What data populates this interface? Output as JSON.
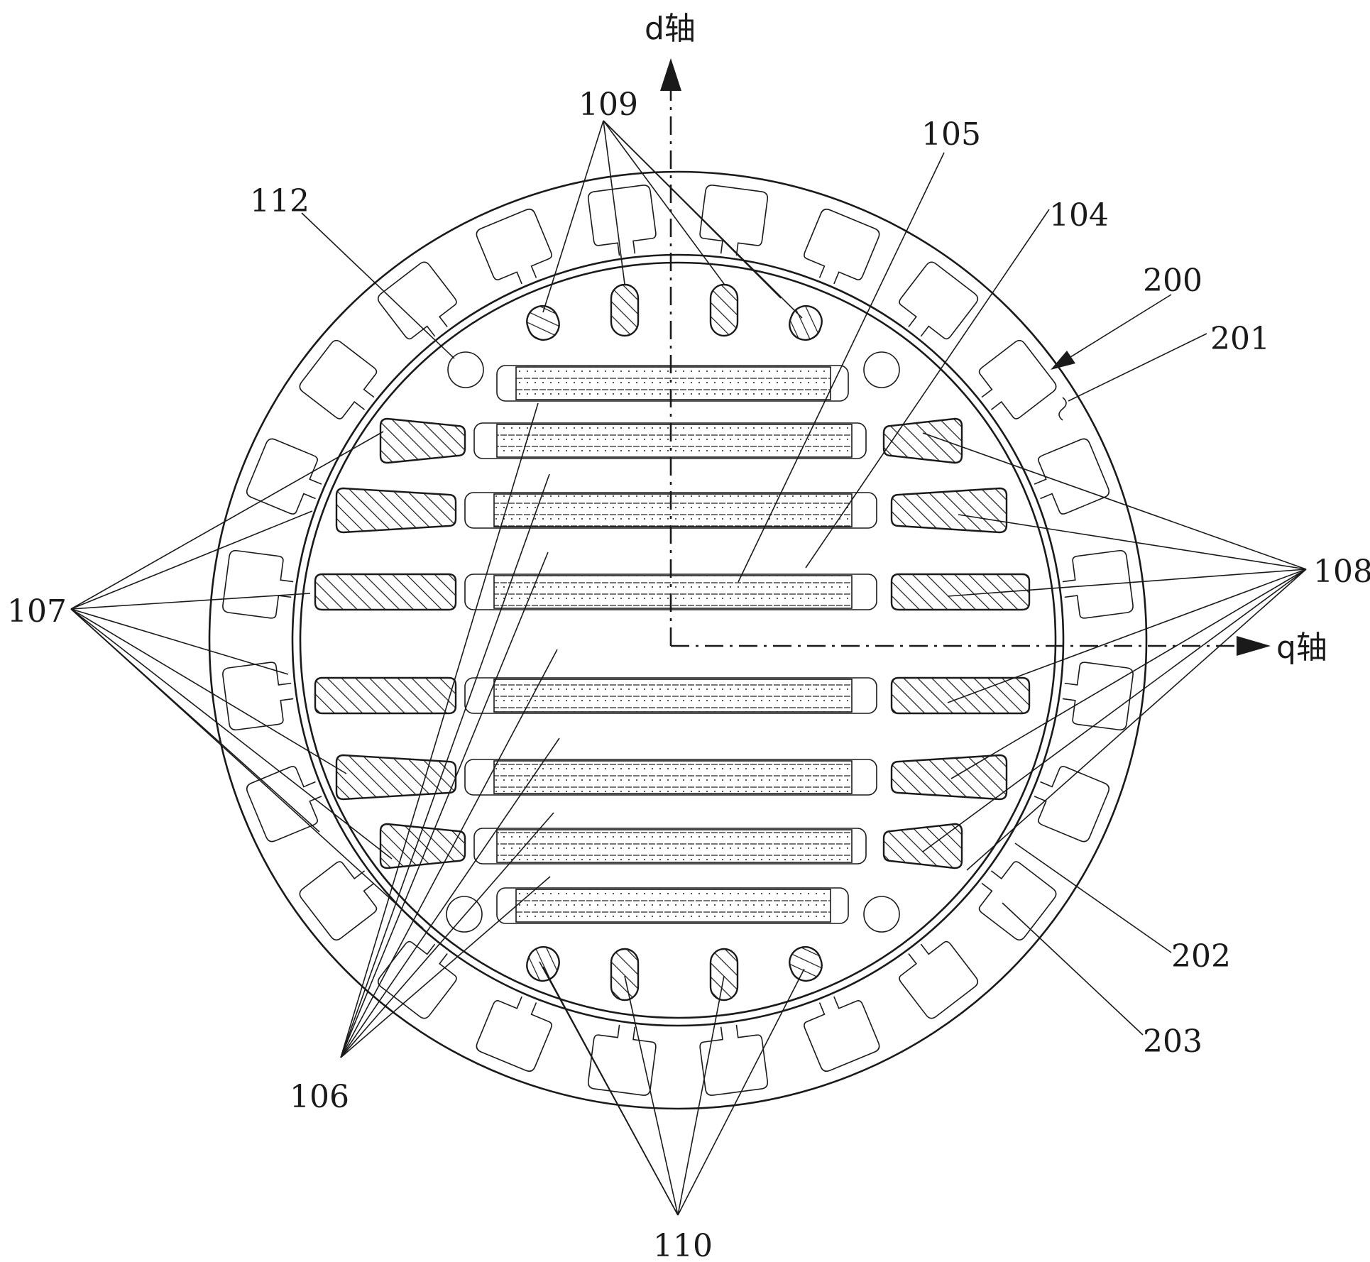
{
  "labels": {
    "d_axis": "d轴",
    "q_axis": "q轴",
    "n109": "109",
    "n105": "105",
    "n104": "104",
    "n112": "112",
    "n200": "200",
    "n201": "201",
    "n107": "107",
    "n108": "108",
    "n202": "202",
    "n203": "203",
    "n106": "106",
    "n110": "110"
  },
  "colors": {
    "line": "#1a1a1a",
    "background": "#ffffff"
  }
}
